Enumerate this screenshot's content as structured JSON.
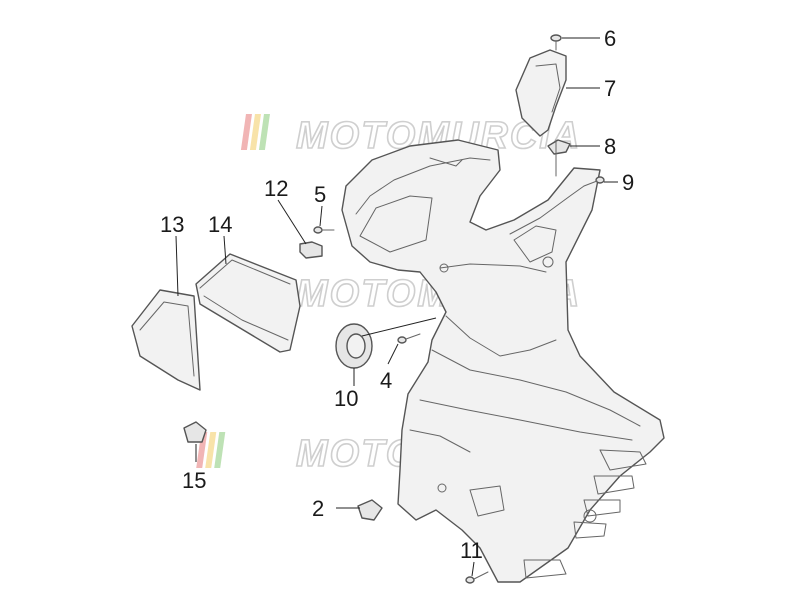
{
  "diagram": {
    "callouts": [
      "6",
      "7",
      "8",
      "9",
      "12",
      "5",
      "13",
      "14",
      "10",
      "4",
      "15",
      "2",
      "11"
    ]
  },
  "watermark": {
    "text": "MOTOMURCIA",
    "stripe_colors": [
      "#e05a5a",
      "#f0c040",
      "#6fbf5a"
    ]
  }
}
